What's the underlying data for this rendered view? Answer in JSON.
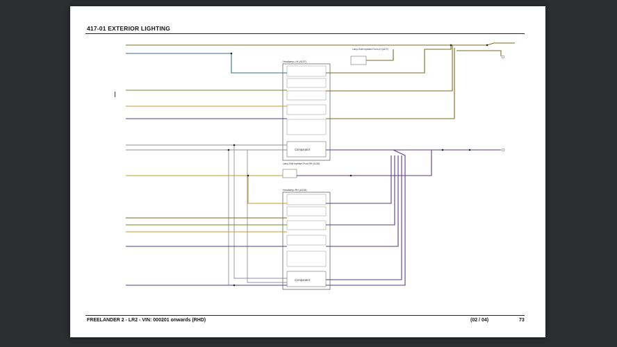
{
  "page": {
    "title": "417-01 EXTERIOR LIGHTING",
    "footer_model": "FREELANDER 2 - LR2 - VIN: 000201 onwards  (RHD)",
    "footer_page": "(02 / 04)",
    "footer_number": "73"
  },
  "components": {
    "headlamp_lh": "Headlamp-LH (A107)",
    "headlamp_rh": "Headlamp-RH (A108)",
    "repeater_lh": "Lamp-Side repeater-Front-LH (A137)",
    "repeater_rh": "Lamp-Side repeater-Front-RH (A138)",
    "comparator": "Comparator"
  },
  "wire_colors": {
    "bk_ye": "#7a6a1e",
    "bu_gn": "#2d6e8c",
    "gn_og": "#6e8a2a",
    "ye_og": "#c99a2a",
    "bk_bu": "#4a3f8c",
    "bk_vt": "#5a3a8a",
    "gy": "#8e8e9a"
  }
}
